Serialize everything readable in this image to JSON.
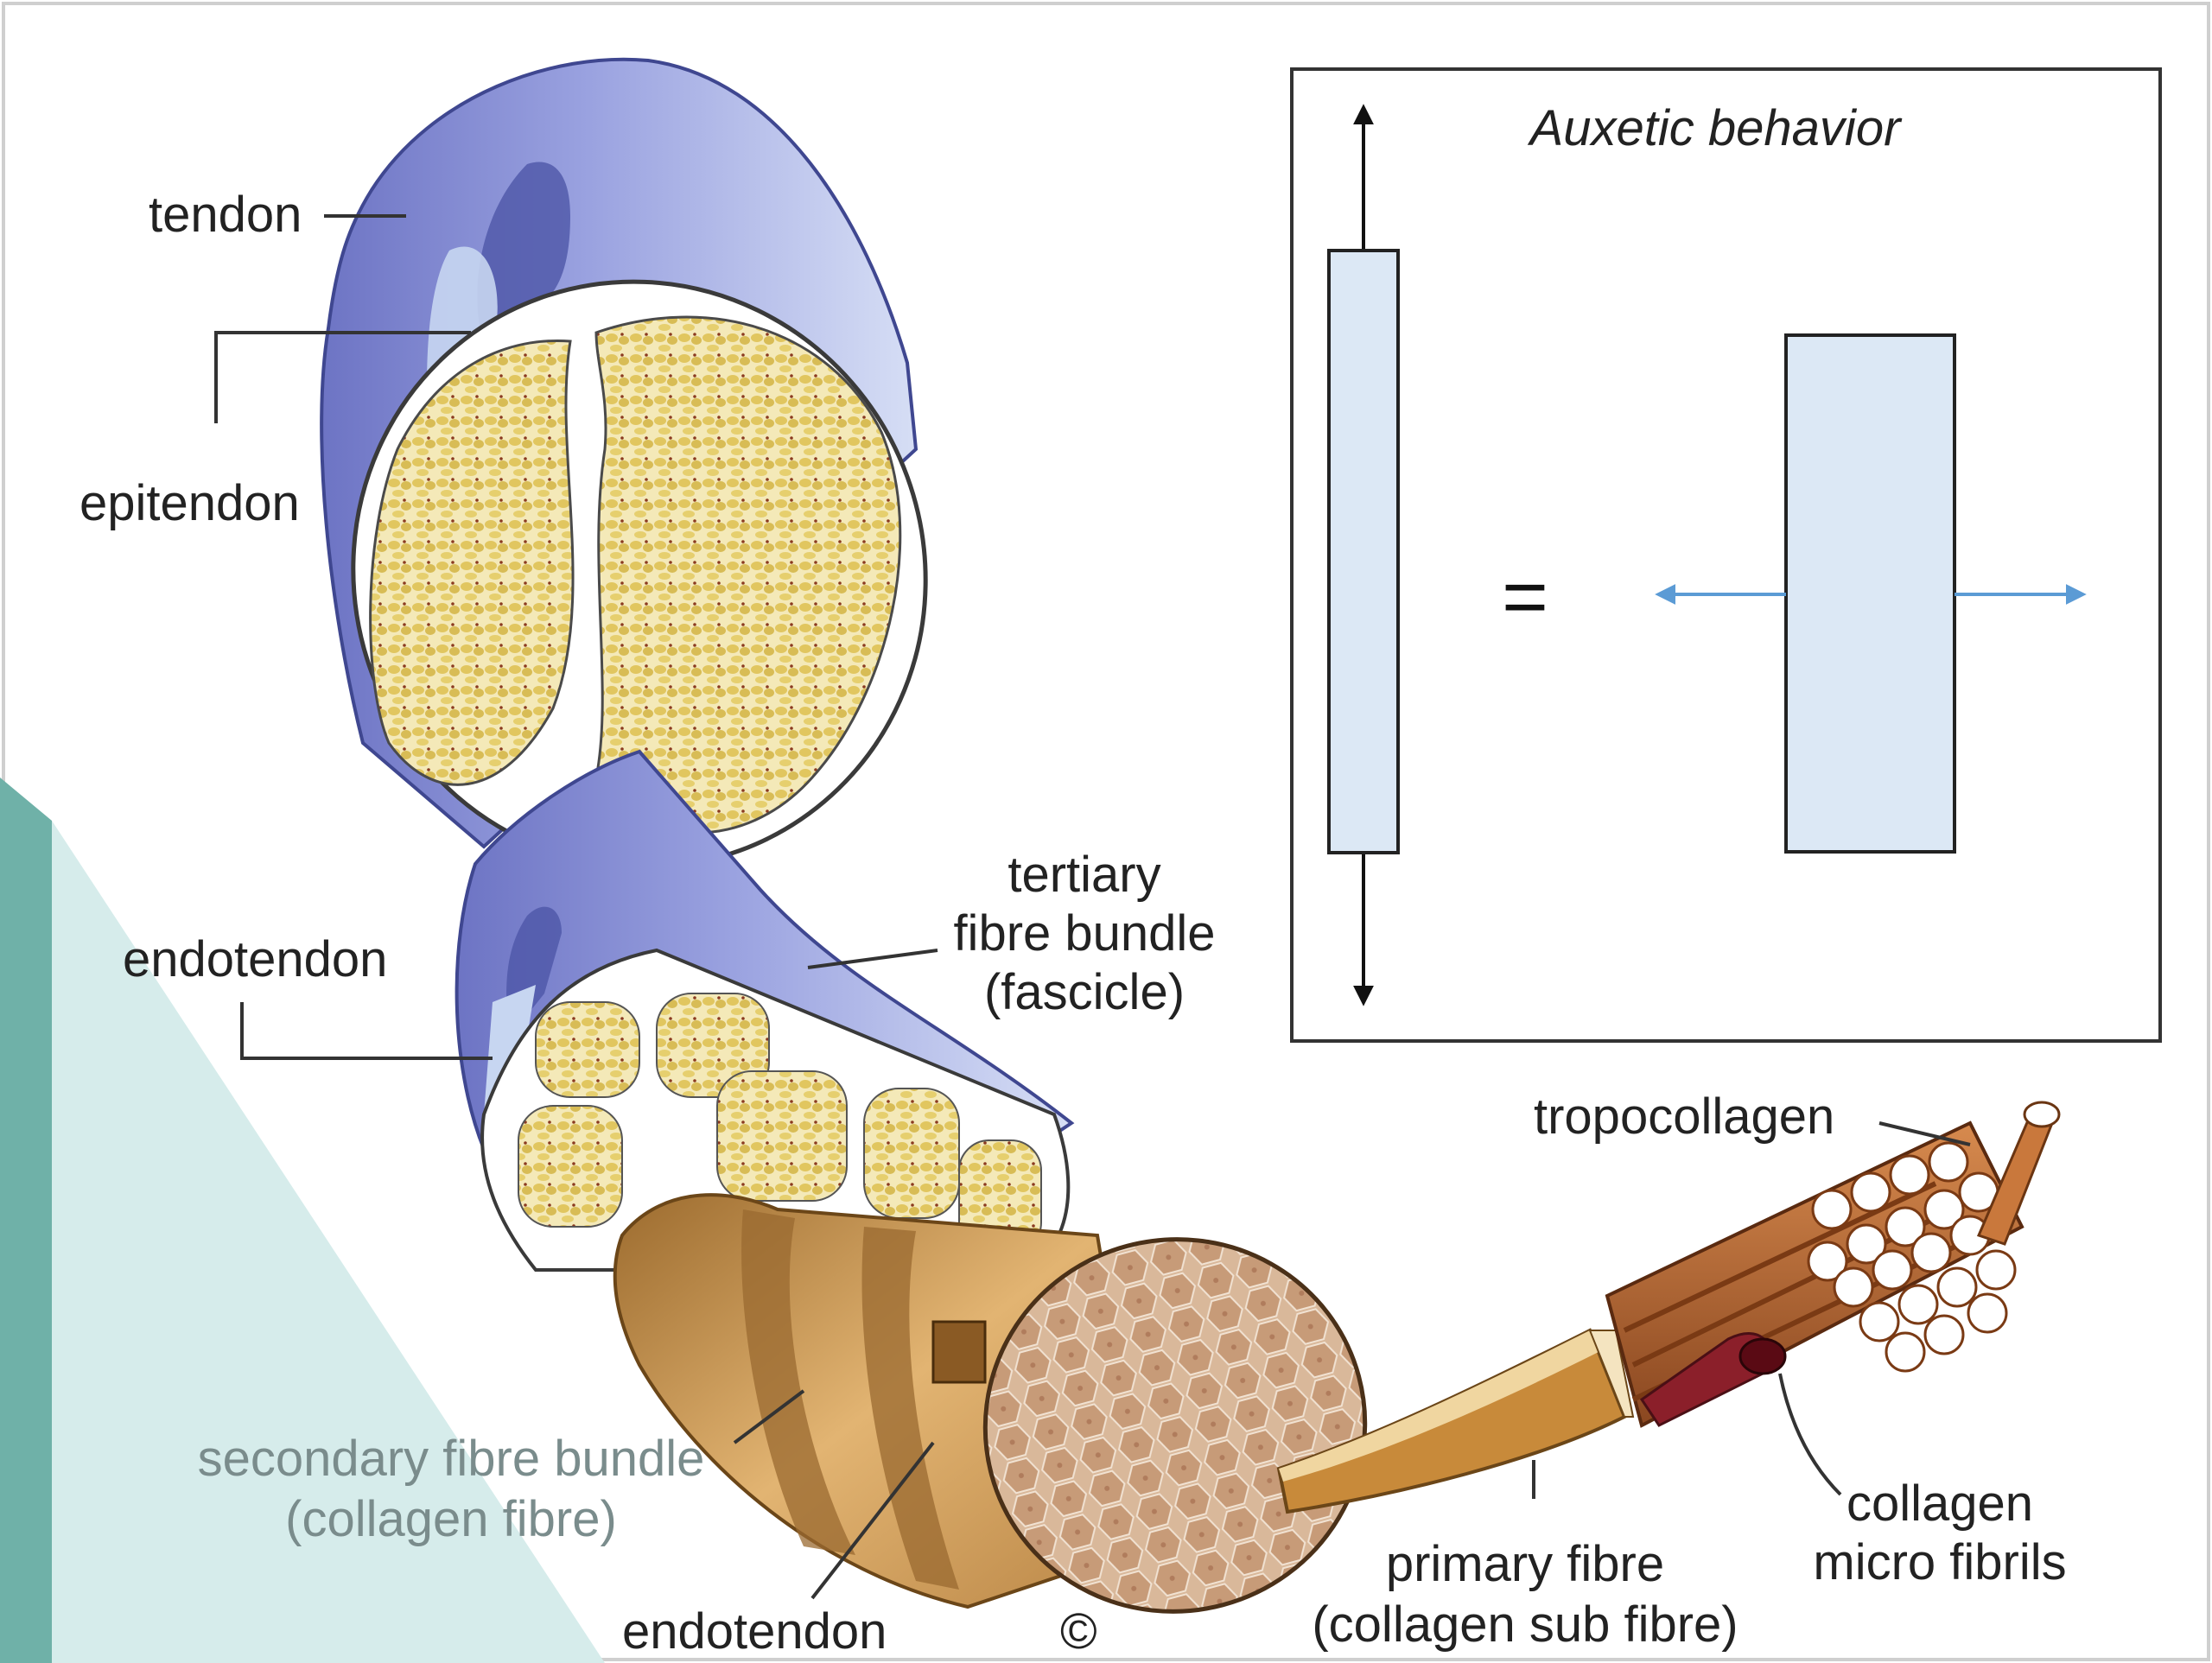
{
  "colors": {
    "sheath_blue": "#8d93d6",
    "sheath_light": "#c7d6f1",
    "fascicle_yellow": "#e6cf6e",
    "fibre_tan": "#c89a5a",
    "fibril_copper": "#b5652e",
    "box_fill": "#dce8f5",
    "arrow_blue": "#5b9bd5",
    "teal_shape": "#6fb1a8",
    "teal_light": "#d6eceb"
  },
  "labels": {
    "tendon": "tendon",
    "epitendon": "epitendon",
    "endotendon_top": "endotendon",
    "tertiary_1": "tertiary",
    "tertiary_2": "fibre bundle",
    "tertiary_3": "(fascicle)",
    "secondary_1": "secondary fibre bundle",
    "secondary_2": "(collagen fibre)",
    "endotendon_bottom": "endotendon",
    "primary_1": "primary fibre",
    "primary_2": "(collagen sub fibre)",
    "tropocollagen": "tropocollagen",
    "collagen_1": "collagen",
    "collagen_2": "micro fibrils",
    "copyright": "©"
  },
  "inset": {
    "title": "Auxetic behavior",
    "equals": "="
  }
}
